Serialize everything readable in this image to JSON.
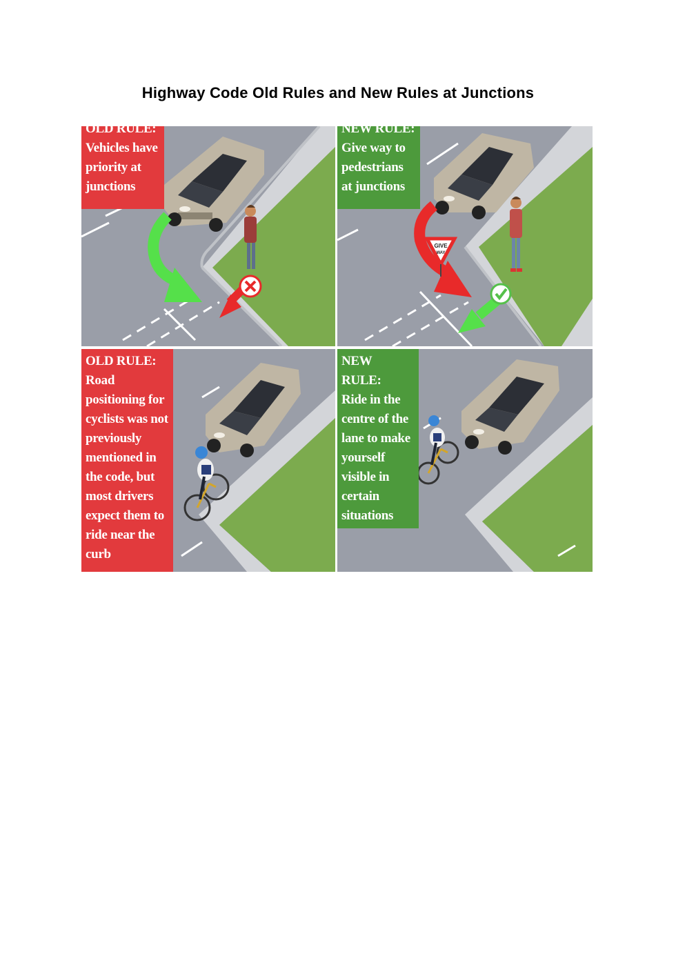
{
  "title": "Highway Code Old Rules and New Rules at Junctions",
  "colors": {
    "old_rule": "#e23a3d",
    "new_rule": "#4d9a3c",
    "road": "#9a9ea8",
    "grass": "#7cab4e",
    "pavement": "#d3d5d9"
  },
  "panels": [
    {
      "heading": "OLD RULE:",
      "text": "Vehicles have priority at junctions",
      "icon": "cross-icon"
    },
    {
      "heading": "NEW RULE:",
      "text": "Give way to pedestrians at junctions",
      "sign": "GIVE WAY",
      "icon": "check-icon"
    },
    {
      "heading": "OLD RULE:",
      "text": "Road positioning for cyclists was not previously mentioned in the code, but most drivers expect them to ride near the curb"
    },
    {
      "heading": "NEW RULE:",
      "text": "Ride in the centre of the lane to make yourself visible in certain situations"
    }
  ]
}
